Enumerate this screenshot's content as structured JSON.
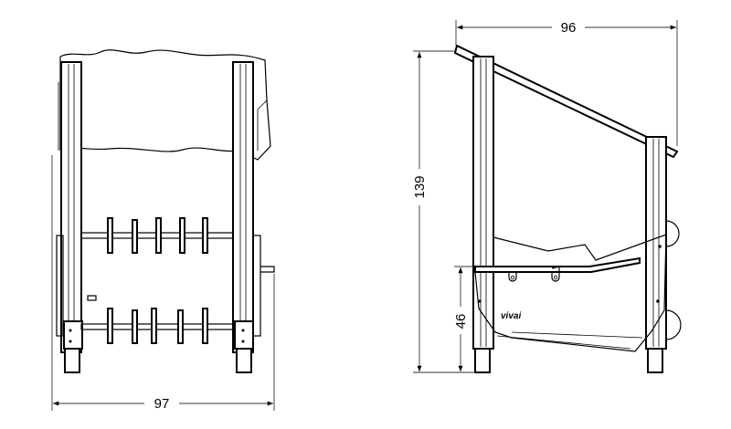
{
  "diagram": {
    "front_view": {
      "width_dimension": "97"
    },
    "side_view": {
      "depth_dimension": "96",
      "height_dimension": "139",
      "trough_height_dimension": "46",
      "logo_text": "vivai"
    }
  }
}
